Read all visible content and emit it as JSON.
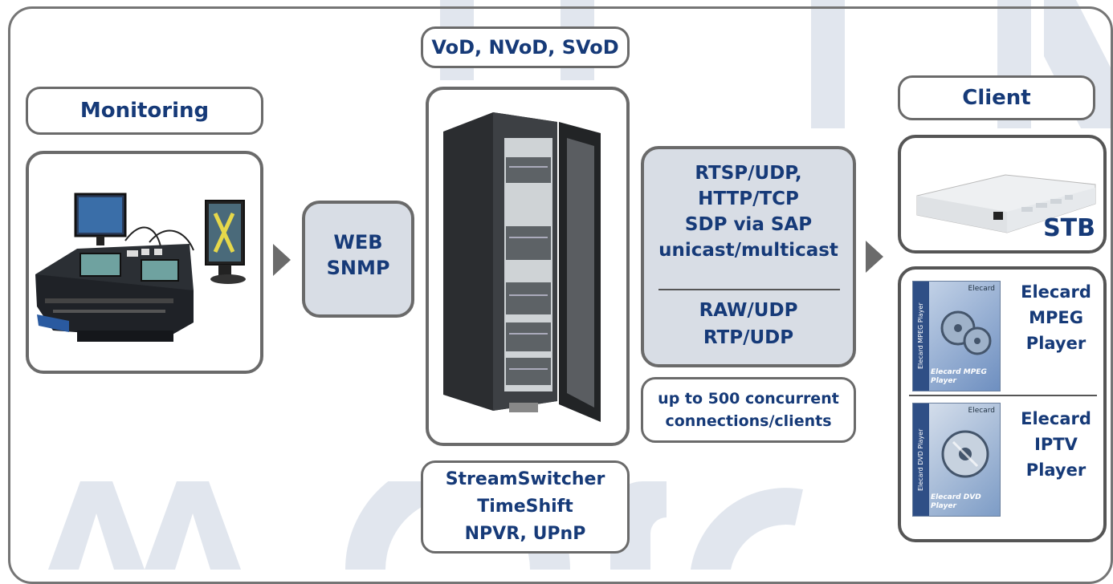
{
  "vod_label": "VoD, NVoD, SVoD",
  "monitoring": {
    "title": "Monitoring"
  },
  "web_snmp": [
    "WEB",
    "SNMP"
  ],
  "features": [
    "StreamSwitcher",
    "TimeShift",
    "NPVR, UPnP"
  ],
  "protocols": {
    "top": [
      "RTSP/UDP,",
      "HTTP/TCP",
      "SDP via SAP",
      "unicast/multicast"
    ],
    "bottom": [
      "RAW/UDP",
      "RTP/UDP"
    ]
  },
  "capacity": [
    "up to 500 concurrent",
    "connections/clients"
  ],
  "client": {
    "title": "Client",
    "stb_label": "STB",
    "players": [
      {
        "name": [
          "Elecard",
          "MPEG",
          "Player"
        ],
        "box_brand": "Elecard",
        "box_caption": "Elecard MPEG Player",
        "box_spine": "Elecard MPEG Player"
      },
      {
        "name": [
          "Elecard",
          "IPTV",
          "Player"
        ],
        "box_brand": "Elecard",
        "box_caption": "Elecard DVD Player",
        "box_spine": "Elecard DVD Player"
      }
    ]
  },
  "colors": {
    "text": "#163a78",
    "border": "#6a6a6a",
    "panel": "#d8dde5",
    "watermark": "#e1e6ee"
  }
}
